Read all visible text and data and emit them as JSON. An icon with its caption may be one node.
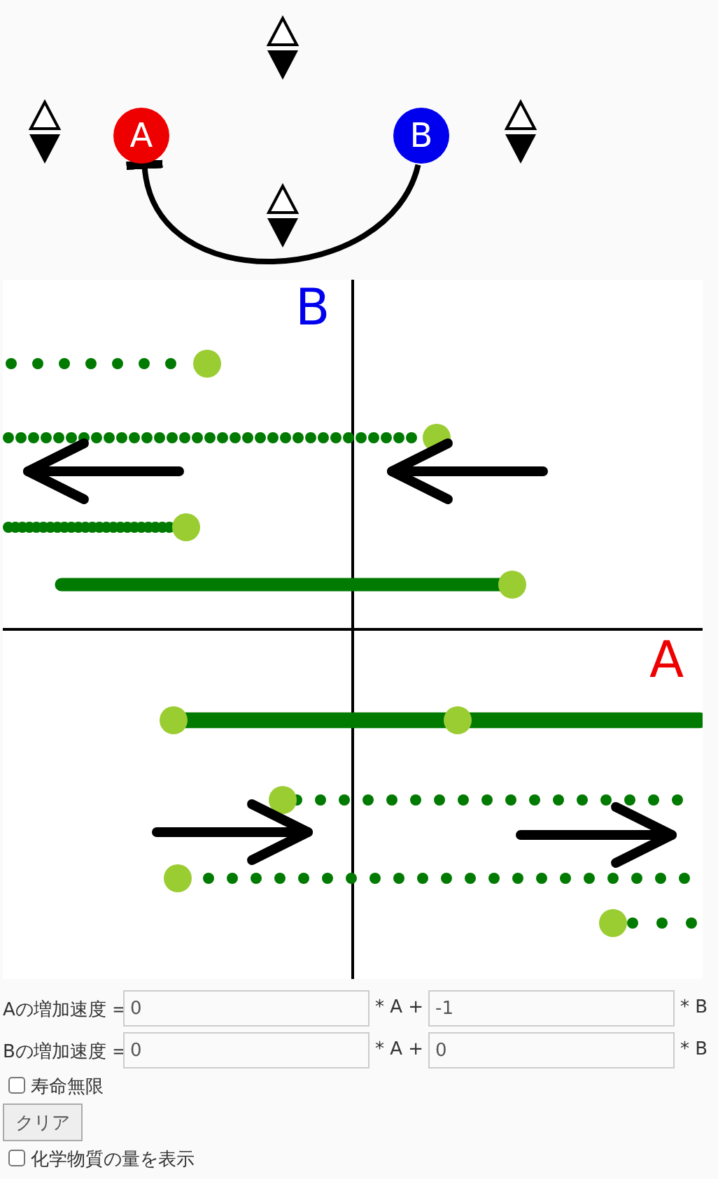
{
  "diagram": {
    "nodes": [
      {
        "text": [
          "A"
        ]
      },
      {
        "text": [
          "B"
        ]
      }
    ],
    "edges": [
      {
        "from": 1,
        "to": 0,
        "arrow": "other"
      }
    ],
    "labels": [
      "B",
      "A",
      "Aの増加速度 =",
      "0",
      "* A +",
      "-1",
      "* B",
      "Bの増加速度 =",
      "0",
      "* A +",
      "0",
      "* B",
      "寿命無限",
      "クリア",
      "化学物質の量を表示"
    ]
  }
}
